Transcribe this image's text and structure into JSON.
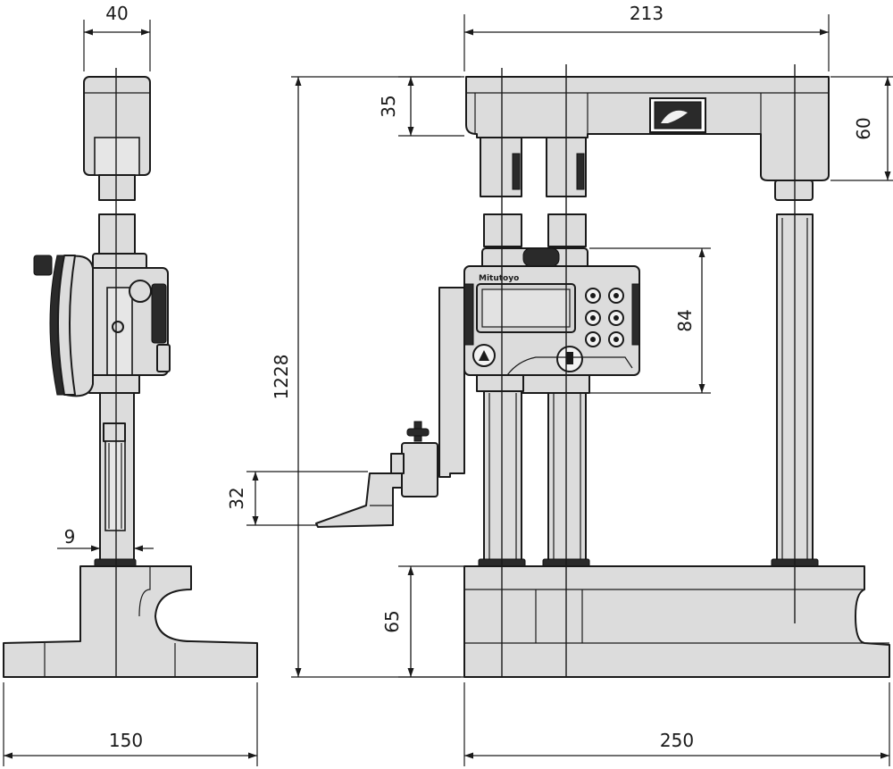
{
  "dimensions": {
    "side_top_width": "40",
    "front_width": "213",
    "beam_depth": "35",
    "beam_height": "60",
    "total_height": "1228",
    "display_height": "84",
    "scriber_height": "32",
    "side_post_width": "9",
    "base_height": "65",
    "side_base_width": "150",
    "front_base_width": "250"
  },
  "display_brand": "Mitutoyo",
  "colors": {
    "part_fill": "#dcdcdc",
    "line": "#1a1a1a",
    "background": "#ffffff"
  }
}
